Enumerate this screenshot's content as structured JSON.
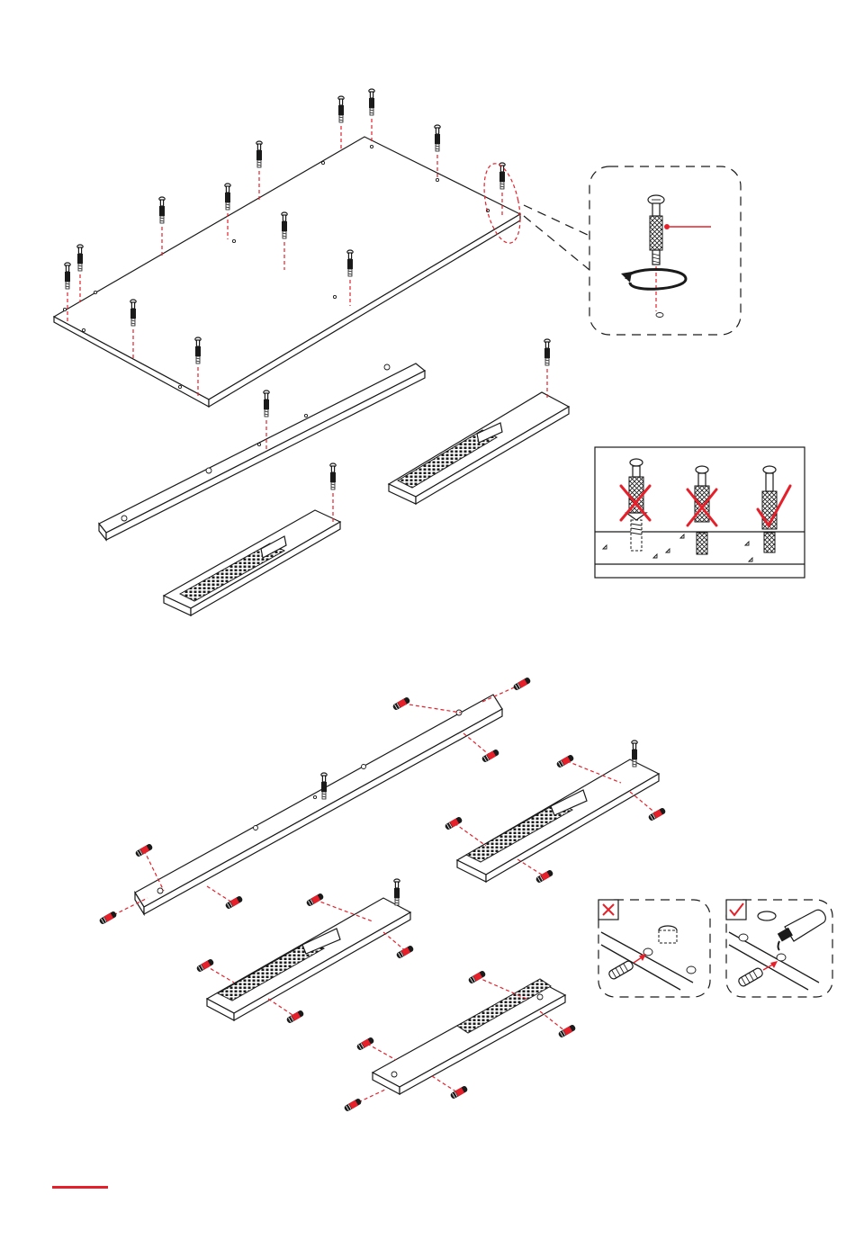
{
  "colors": {
    "accent_red": "#e5202a",
    "line_black": "#1a1a1a",
    "background": "#ffffff"
  },
  "illustration": {
    "step_a": {
      "parts": [
        "table-top-panel",
        "long-rail",
        "drawer-rail-left",
        "drawer-rail-right"
      ],
      "fastener": "cam-bolt",
      "fastener_count_table_top": 16,
      "icons": [
        "rotate-clockwise-icon",
        "magnify-callout-icon"
      ]
    },
    "check_panel": {
      "options": [
        {
          "state": "wrong",
          "icon": "red-cross-icon"
        },
        {
          "state": "wrong",
          "icon": "red-cross-icon"
        },
        {
          "state": "correct",
          "icon": "red-check-icon"
        }
      ]
    },
    "step_b": {
      "parts": [
        "long-rail",
        "drawer-rail",
        "drawer-rail",
        "drawer-rail"
      ],
      "fastener": "wooden-dowel"
    },
    "glue_hints": [
      {
        "state": "wrong",
        "icon": "cross-icon"
      },
      {
        "state": "correct",
        "icon": "check-icon"
      }
    ]
  }
}
